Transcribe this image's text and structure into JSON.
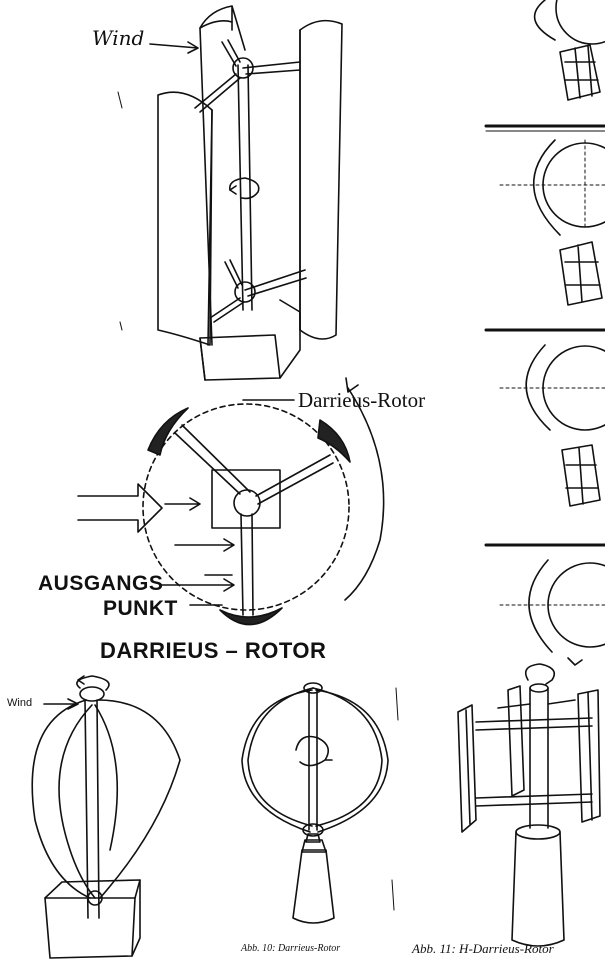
{
  "labels": {
    "wind_top": "Wind",
    "darrieus_rotor": "Darrieus-Rotor",
    "ausgangs": "AUSGANGS",
    "punkt": "PUNKT",
    "darrieus_rotor_heading": "DARRIEUS – ROTOR",
    "wind_bottom": "Wind"
  },
  "captions": {
    "abb10": "Abb. 10: Darrieus-Rotor",
    "abb11": "Abb. 11: H-Darrieus-Rotor"
  }
}
